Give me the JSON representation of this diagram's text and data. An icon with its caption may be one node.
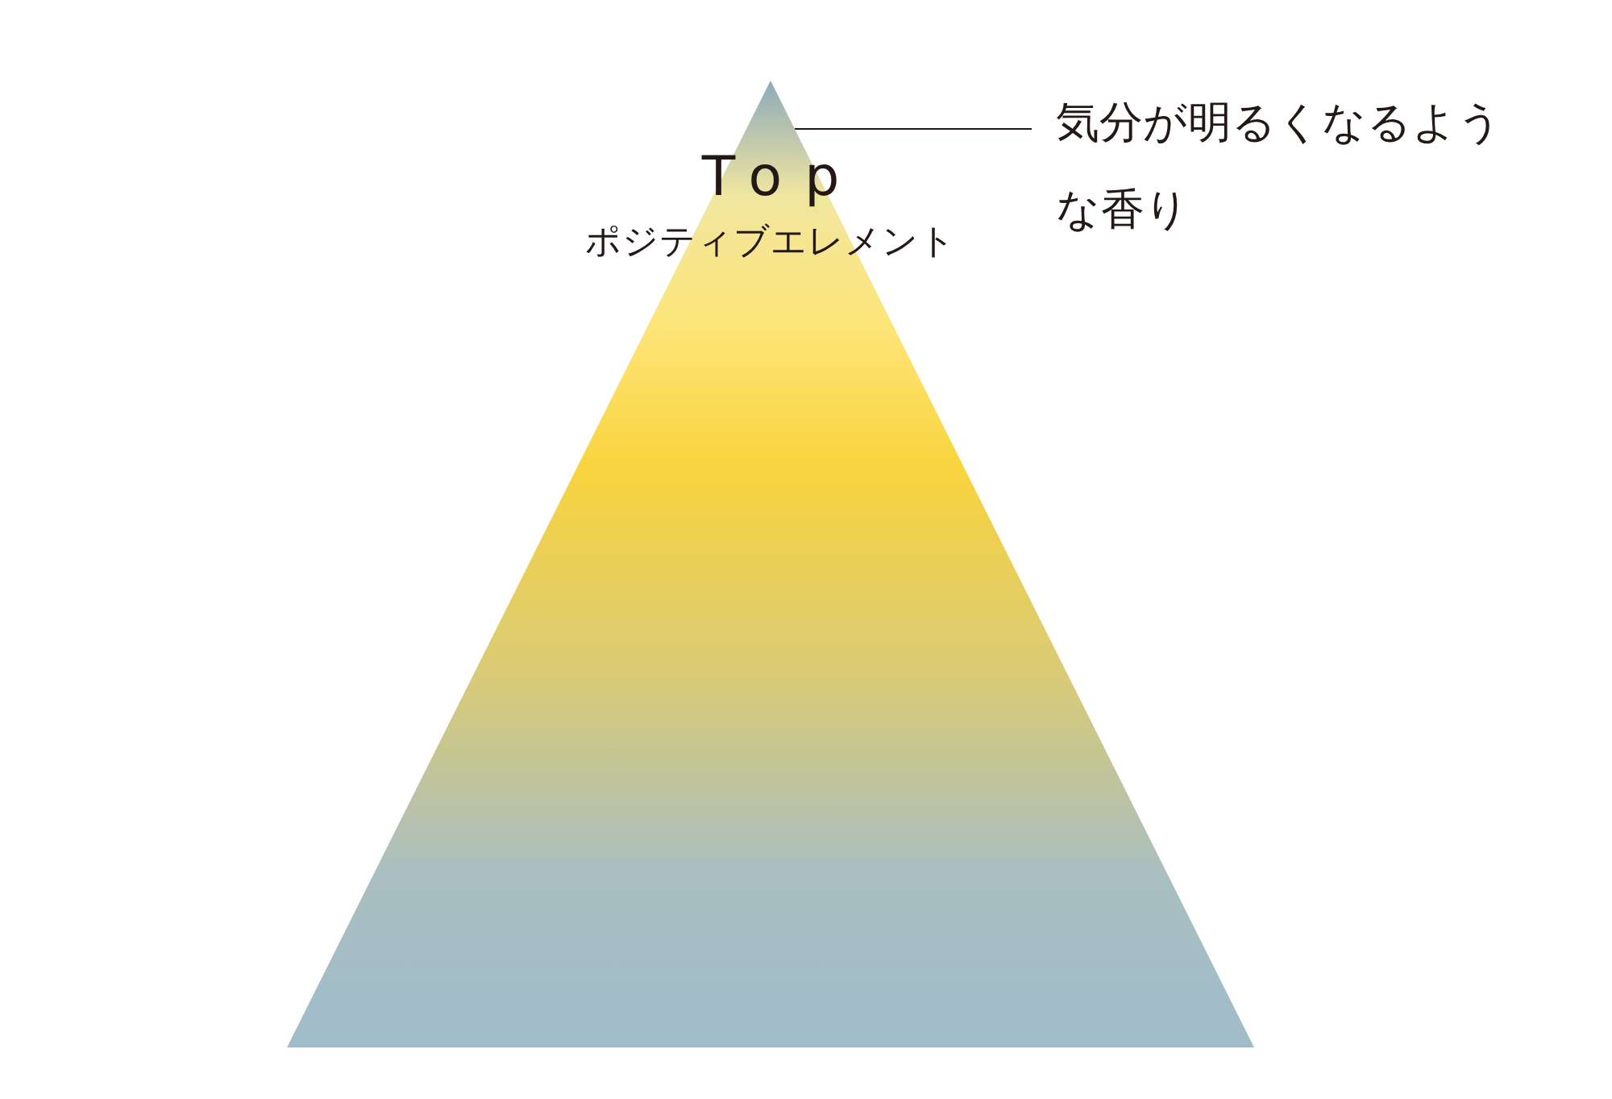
{
  "diagram": {
    "nodes": [
      {
        "text": [
          "Top",
          "ポジティブエレメント"
        ]
      },
      {
        "text": [
          "気分が明るくなるような香り"
        ]
      }
    ],
    "edges": [
      {
        "from": 1,
        "to": 0,
        "arrow": "none"
      }
    ]
  }
}
